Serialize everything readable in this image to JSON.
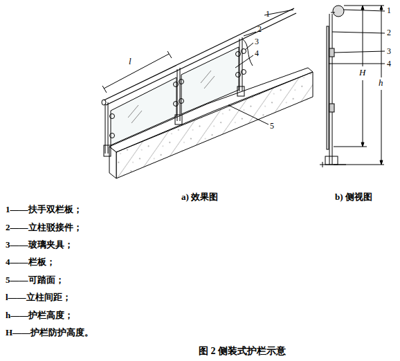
{
  "diagram": {
    "caption": "图 2 侧装式护栏示意",
    "labels": [
      "1",
      "2",
      "3",
      "4",
      "l",
      "5",
      "1",
      "2",
      "3",
      "4",
      "H",
      "h",
      "a) 效果图",
      "b) 侧视图",
      "1——扶手双栏板；",
      "2——立柱驳接件；",
      "3——玻璃夹具；",
      "4——栏板；",
      "5——可踏面；",
      "l——立柱间距；",
      "h——护栏高度；",
      "H——护栏防护高度。"
    ]
  }
}
